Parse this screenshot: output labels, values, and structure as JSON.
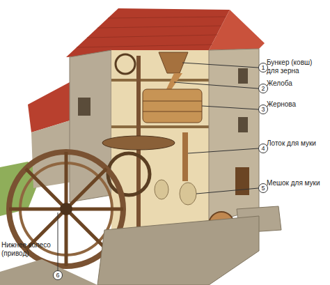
{
  "diagram": {
    "nodes": [
      {
        "text": [
          "1",
          "Бункер (ковш) для зерна"
        ]
      },
      {
        "text": [
          "2",
          "Желоба"
        ]
      },
      {
        "text": [
          "3",
          "Жернова"
        ]
      },
      {
        "text": [
          "4",
          "Лоток для муки"
        ]
      },
      {
        "text": [
          "5",
          "Мешок для муки"
        ]
      },
      {
        "text": [
          "6",
          "Нижнее колесо (привод)"
        ]
      }
    ]
  }
}
